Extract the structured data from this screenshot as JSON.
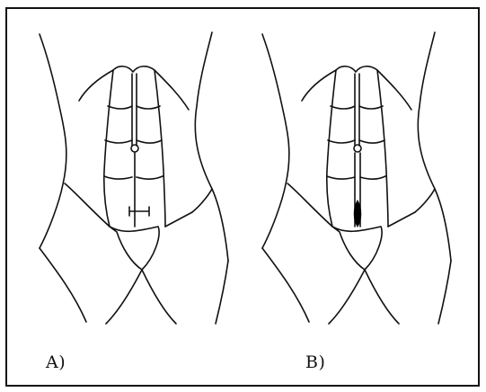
{
  "panels": [
    {
      "label": "A)",
      "midline": "closed-with-suture-mark"
    },
    {
      "label": "B)",
      "midline": "open-gap-with-dark-opening"
    }
  ],
  "colors": {
    "line": "#111111",
    "background": "#ffffff",
    "fill_dark": "#000000"
  }
}
